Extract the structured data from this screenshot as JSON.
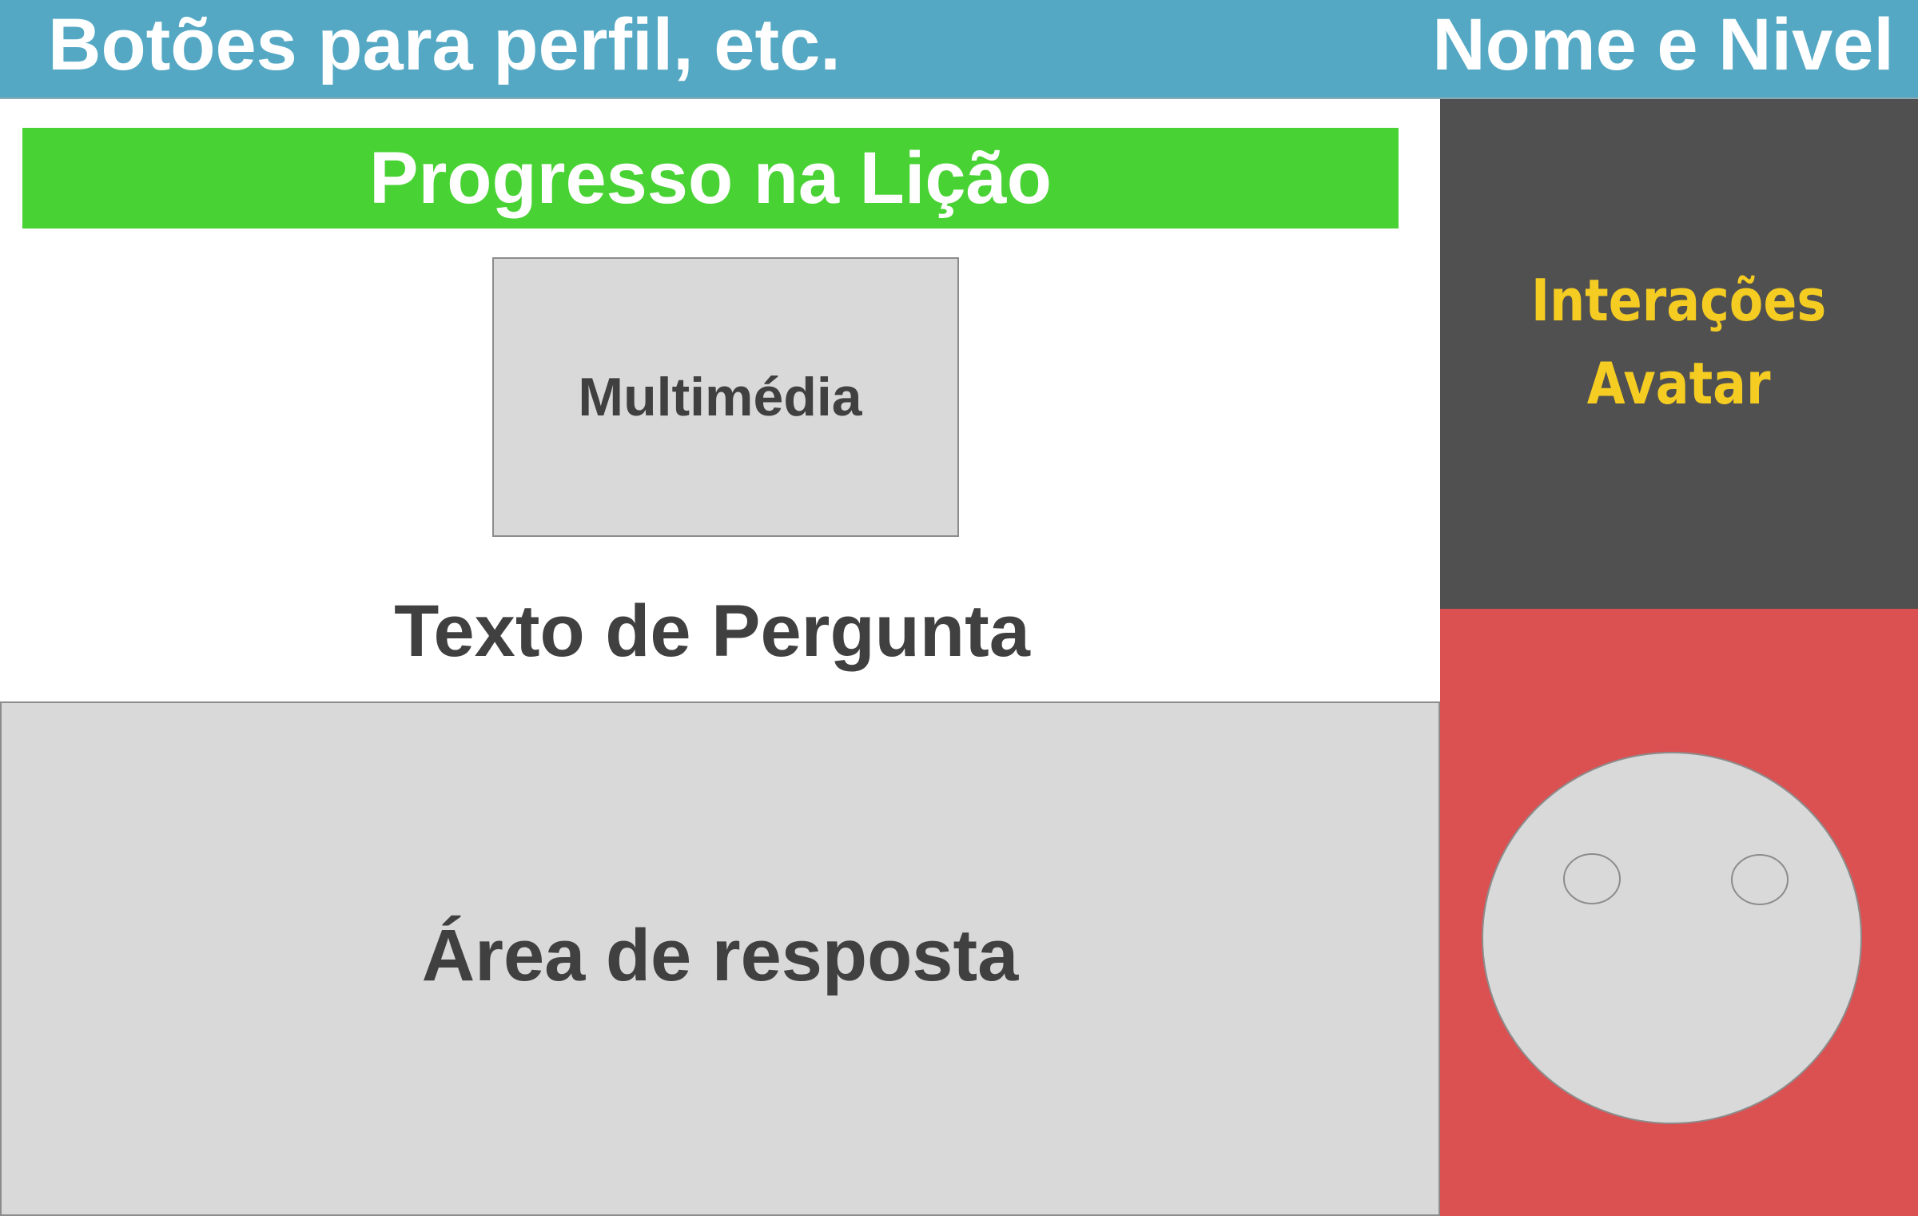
{
  "header": {
    "left_label": "Botões para perfil, etc.",
    "right_label": "Nome e Nivel"
  },
  "progress": {
    "label": "Progresso na Lição"
  },
  "multimedia": {
    "label": "Multimédia"
  },
  "question": {
    "label": "Texto de Pergunta"
  },
  "answer": {
    "label": "Área de resposta"
  },
  "interactions": {
    "line1": "Interações",
    "line2": "Avatar"
  },
  "avatar": {
    "icon": "avatar-face-icon"
  },
  "colors": {
    "header": "#55a8c4",
    "progress": "#49d234",
    "placeholder_gray": "#d9d9d9",
    "text_dark": "#404040",
    "interactions_panel": "#505050",
    "interactions_text": "#f5cc22",
    "avatar_panel": "#db5152"
  }
}
